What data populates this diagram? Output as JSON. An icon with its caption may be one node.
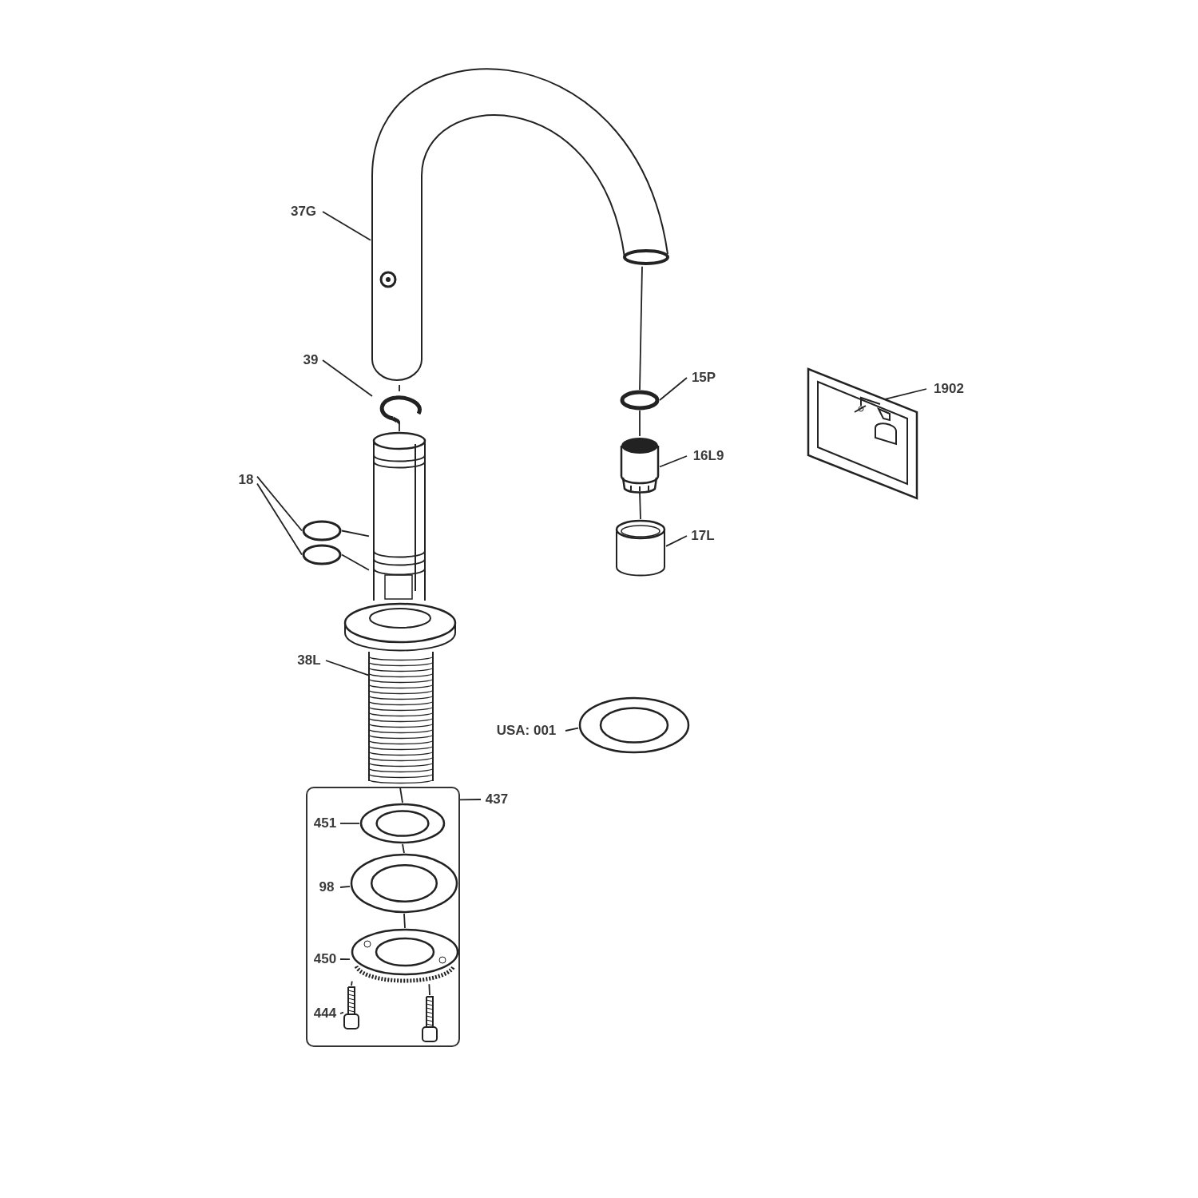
{
  "diagram": {
    "nodes": [
      {
        "text": [
          "37G"
        ]
      },
      {
        "text": [],
        "shape": "picture"
      },
      {
        "text": [
          "15P"
        ]
      },
      {
        "text": [],
        "shape": "circle"
      },
      {
        "text": [
          "39"
        ]
      },
      {
        "text": [],
        "shape": "picture"
      },
      {
        "text": [
          "16L9"
        ]
      },
      {
        "text": [],
        "shape": "picture"
      },
      {
        "text": [
          "1902"
        ]
      },
      {
        "text": [],
        "shape": "picture"
      },
      {
        "text": [
          "17L"
        ]
      },
      {
        "text": [],
        "shape": "picture"
      },
      {
        "text": [],
        "shape": "picture"
      },
      {
        "text": [
          "18"
        ]
      },
      {
        "text": [],
        "shape": "circle"
      },
      {
        "text": [],
        "shape": "circle"
      },
      {
        "text": [
          "38L"
        ]
      },
      {
        "text": [],
        "shape": "picture"
      },
      {
        "text": [
          "USA: 001"
        ]
      },
      {
        "text": [],
        "shape": "picture"
      },
      {
        "text": [
          "437"
        ]
      },
      {
        "text": [],
        "shape": "box"
      },
      {
        "text": [
          "451"
        ],
        "in": 21
      },
      {
        "text": [],
        "shape": "picture",
        "in": 21
      },
      {
        "text": [
          "98"
        ],
        "in": 21
      },
      {
        "text": [],
        "shape": "picture",
        "in": 21
      },
      {
        "text": [
          "450"
        ],
        "in": 21
      },
      {
        "text": [],
        "shape": "picture",
        "in": 21
      },
      {
        "text": [
          "444"
        ],
        "in": 21
      },
      {
        "text": [],
        "shape": "picture",
        "in": 21
      },
      {
        "text": [],
        "shape": "picture",
        "in": 21
      }
    ],
    "edges": [
      {
        "from": 0,
        "to": 1,
        "arrow": "none"
      },
      {
        "from": 2,
        "to": 3,
        "arrow": "none"
      },
      {
        "from": 4,
        "to": 5,
        "arrow": "none"
      },
      {
        "from": 6,
        "to": 7,
        "arrow": "none"
      },
      {
        "from": 8,
        "to": 9,
        "arrow": "none"
      },
      {
        "from": 10,
        "to": 11,
        "arrow": "none"
      },
      {
        "from": 13,
        "to": 14,
        "arrow": "none"
      },
      {
        "from": 13,
        "to": 15,
        "arrow": "none"
      },
      {
        "from": 16,
        "to": 17,
        "arrow": "none"
      },
      {
        "from": 18,
        "to": 19,
        "arrow": "none"
      },
      {
        "from": 20,
        "to": 21,
        "arrow": "none"
      },
      {
        "from": 22,
        "to": 23,
        "arrow": "none"
      },
      {
        "from": 24,
        "to": 25,
        "arrow": "none"
      },
      {
        "from": 26,
        "to": 27,
        "arrow": "none"
      },
      {
        "from": 28,
        "to": 29,
        "arrow": "none"
      },
      {
        "from": 1,
        "to": 5,
        "arrow": "none"
      },
      {
        "from": 5,
        "to": 12,
        "arrow": "none"
      },
      {
        "from": 14,
        "to": 12,
        "arrow": "none"
      },
      {
        "from": 15,
        "to": 12,
        "arrow": "none"
      },
      {
        "from": 1,
        "to": 3,
        "arrow": "none"
      },
      {
        "from": 3,
        "to": 7,
        "arrow": "none"
      },
      {
        "from": 7,
        "to": 11,
        "arrow": "none"
      },
      {
        "from": 17,
        "to": 23,
        "arrow": "none"
      },
      {
        "from": 23,
        "to": 25,
        "arrow": "none"
      },
      {
        "from": 25,
        "to": 27,
        "arrow": "none"
      },
      {
        "from": 27,
        "to": 29,
        "arrow": "none"
      },
      {
        "from": 27,
        "to": 30,
        "arrow": "none"
      }
    ]
  }
}
